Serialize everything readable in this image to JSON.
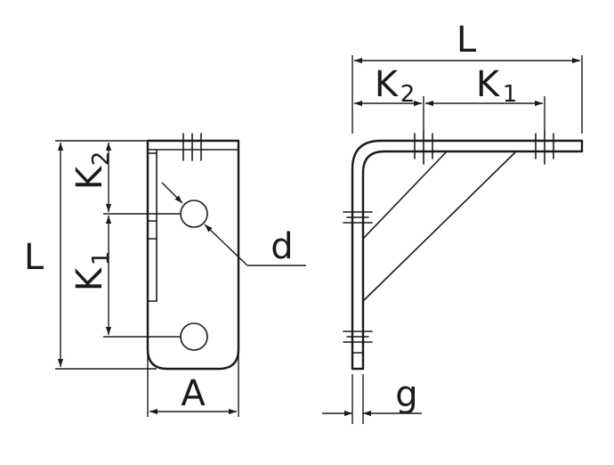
{
  "labels": {
    "front_height": "L",
    "front_k2": "K",
    "front_k2_sub": "2",
    "front_k1": "K",
    "front_k1_sub": "1",
    "front_width": "A",
    "hole_diameter": "d",
    "side_length": "L",
    "side_k2": "K",
    "side_k2_sub": "2",
    "side_k1": "K",
    "side_k1_sub": "1",
    "thickness": "g"
  }
}
